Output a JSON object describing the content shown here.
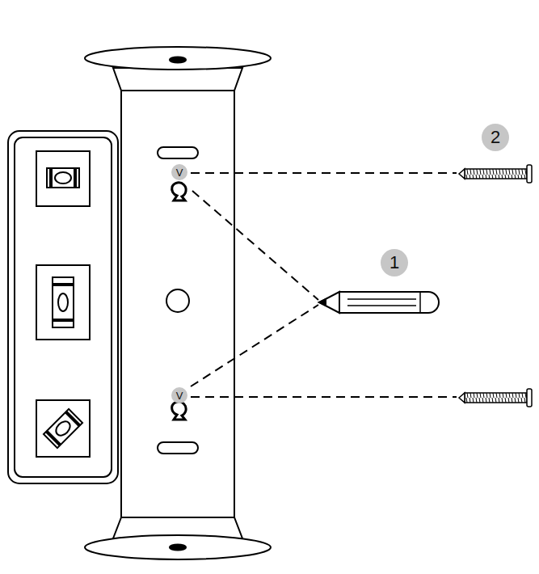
{
  "diagram": {
    "nodes": [
      {
        "text": [
          "2"
        ]
      },
      {
        "text": [
          "V"
        ]
      },
      {
        "text": [
          "1"
        ]
      },
      {
        "text": [
          "V"
        ]
      }
    ]
  }
}
